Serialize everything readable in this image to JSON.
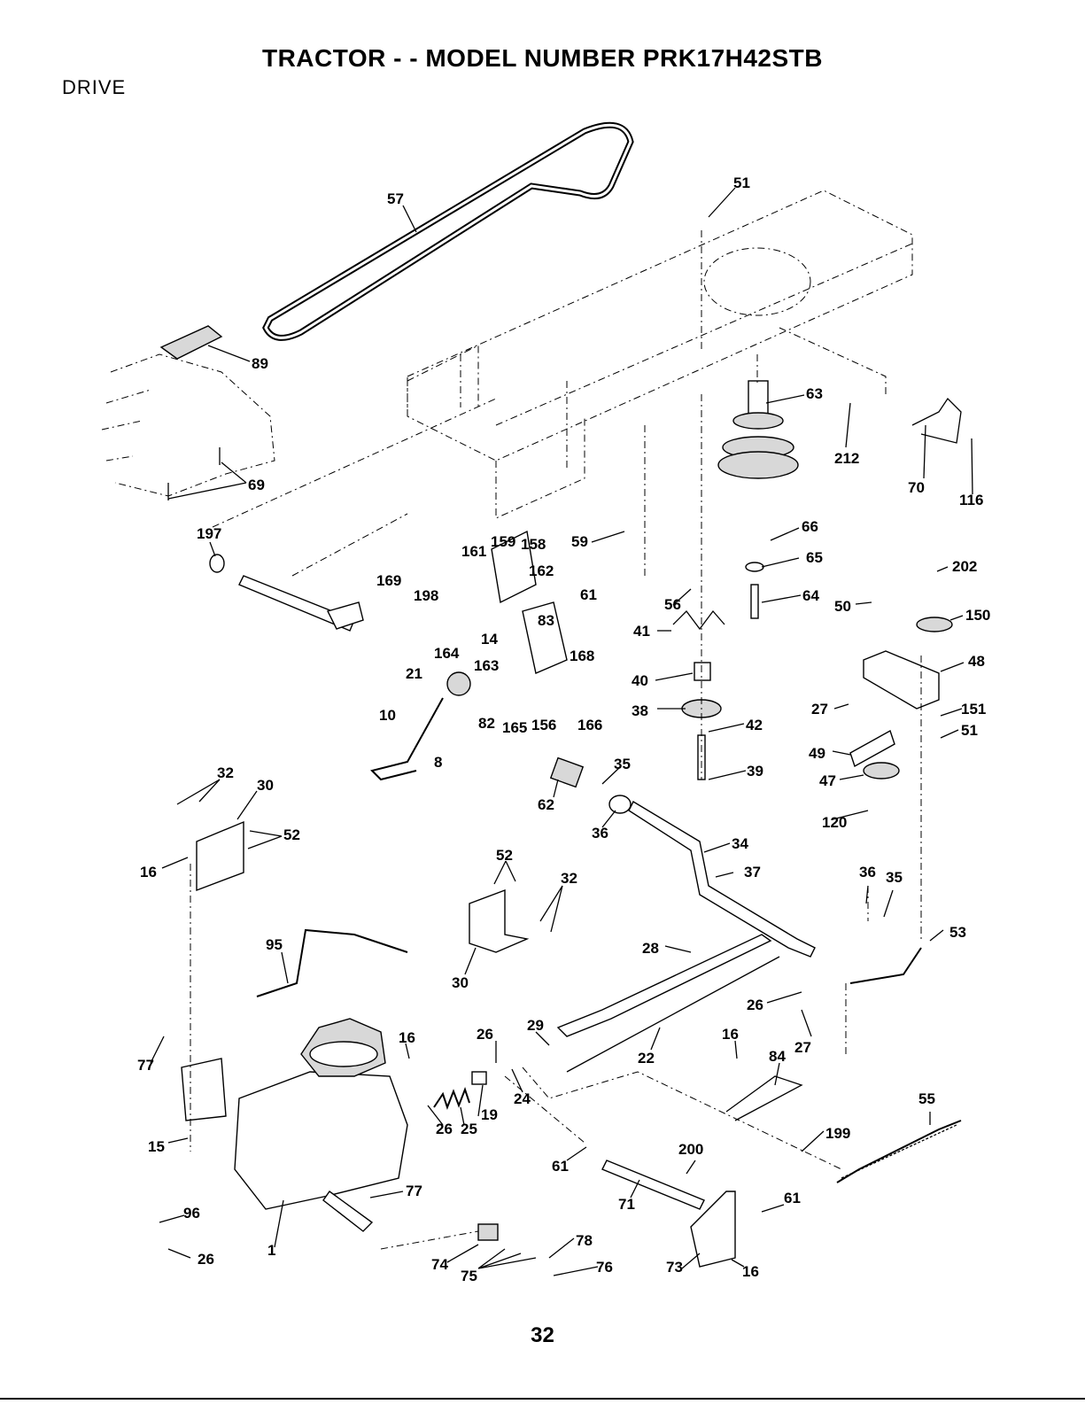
{
  "header": {
    "title": "TRACTOR - - MODEL NUMBER PRK17H42STB",
    "section": "DRIVE"
  },
  "page_number": "32",
  "callouts": [
    "57",
    "51",
    "89",
    "63",
    "212",
    "70",
    "116",
    "69",
    "197",
    "66",
    "59",
    "161",
    "159",
    "158",
    "65",
    "202",
    "169",
    "162",
    "61",
    "64",
    "150",
    "198",
    "56",
    "50",
    "83",
    "41",
    "48",
    "164",
    "14",
    "168",
    "163",
    "21",
    "40",
    "151",
    "51",
    "27",
    "38",
    "42",
    "82",
    "165",
    "156",
    "166",
    "10",
    "49",
    "8",
    "39",
    "47",
    "35",
    "32",
    "30",
    "62",
    "120",
    "52",
    "16",
    "36",
    "34",
    "52",
    "37",
    "36",
    "35",
    "32",
    "95",
    "53",
    "28",
    "30",
    "26",
    "26",
    "29",
    "16",
    "77",
    "16",
    "84",
    "27",
    "22",
    "24",
    "19",
    "26",
    "25",
    "55",
    "199",
    "15",
    "200",
    "61",
    "77",
    "61",
    "71",
    "96",
    "78",
    "26",
    "1",
    "74",
    "73",
    "16",
    "75",
    "76"
  ]
}
